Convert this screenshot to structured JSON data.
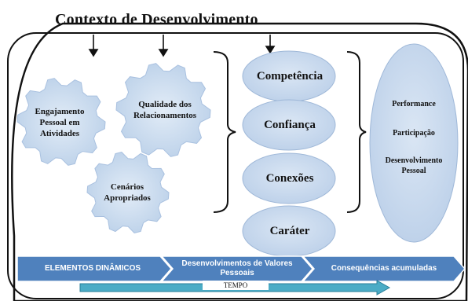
{
  "title": "Contexto de Desenvolvimento",
  "dynamic_elements": [
    "Engajamento Pessoal em Atividades",
    "Qualidade dos Relacionamentos",
    "Cenários Apropriados"
  ],
  "developmental_assets": [
    "Competência",
    "Confiança",
    "Conexões",
    "Caráter"
  ],
  "outcomes": [
    "Performance",
    "Participação",
    "Desenvolvimento Pessoal"
  ],
  "stages": [
    "ELEMENTOS DINÂMICOS",
    "Desenvolvimentos de Valores Pessoais",
    "Consequências acumuladas"
  ],
  "time_label": "TEMPO",
  "colors": {
    "shape_fill": "#c6d9f1",
    "band_fill": "#4f81bd",
    "time_arrow_fill": "#4bacc6",
    "outline": "#111111"
  }
}
